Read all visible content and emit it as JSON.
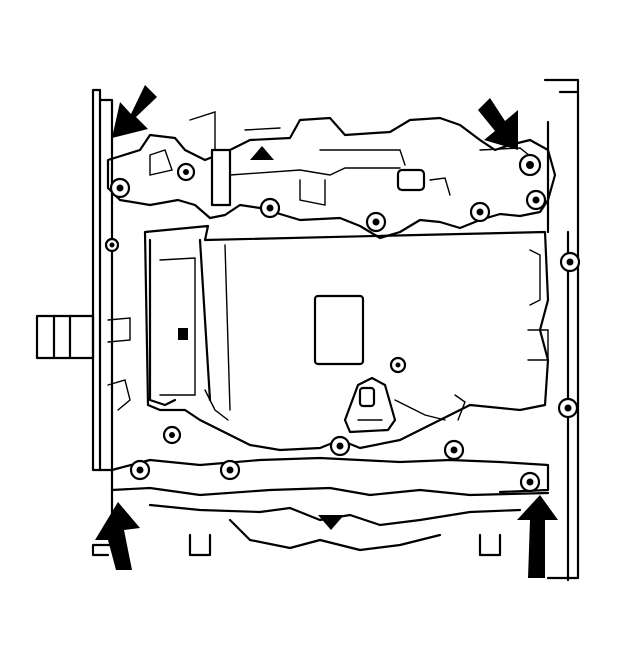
{
  "figure": {
    "colors": {
      "line": "#000000",
      "background": "#ffffff"
    },
    "components": {
      "engine_block": "engine-block-outline",
      "oil_pan": "oil-pan",
      "drain_plug_boss": "drain-plug-boss",
      "front_cover": "front-cover",
      "rear_flange": "rear-flange",
      "crankshaft_end": "crankshaft-end"
    },
    "indicators": {
      "arrow_count": 4,
      "arrow_icon": "arrow-icon",
      "front_marker_icon": "triangle-up-icon",
      "rear_marker_icon": "triangle-down-icon"
    },
    "fasteners": {
      "bolt_icon": "bolt-icon",
      "count": 16
    }
  }
}
